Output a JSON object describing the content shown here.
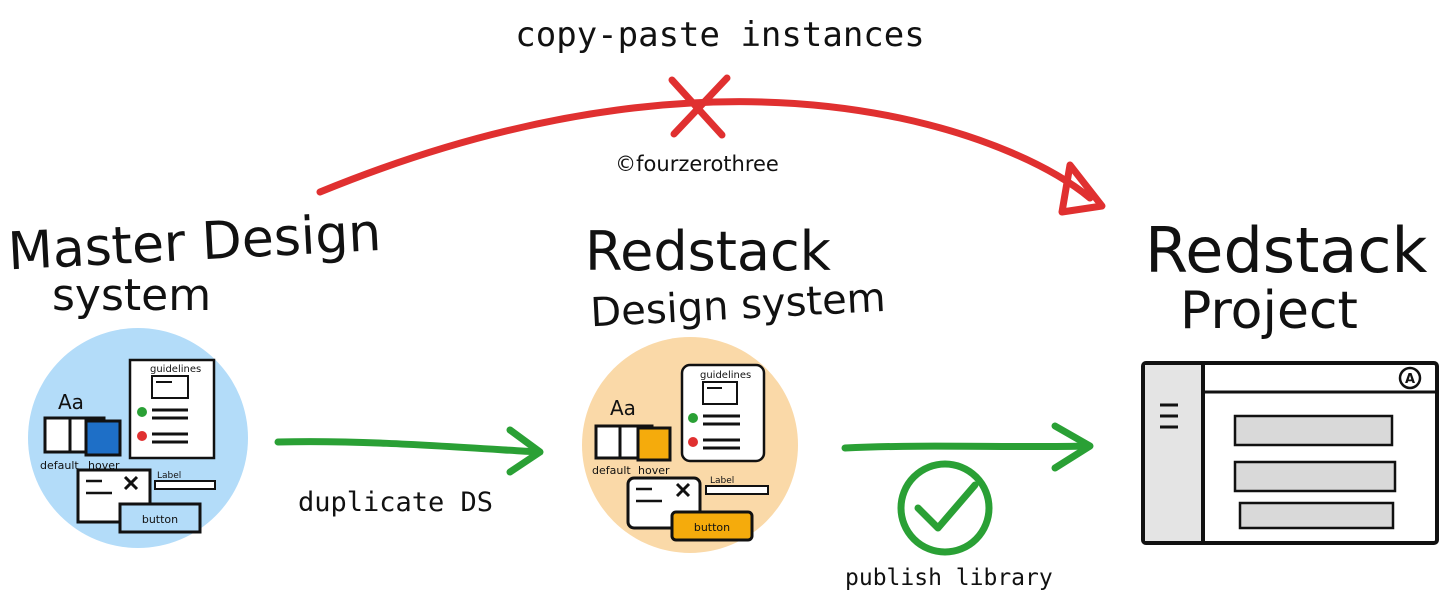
{
  "edges": {
    "copy_paste_label": "copy-paste instances",
    "duplicate_label": "duplicate DS",
    "publish_label": "publish library"
  },
  "credit": "©fourzerothree",
  "nodes": {
    "master": {
      "title_line1": "Master Design",
      "title_line2": "system",
      "color": "#b3dcf9",
      "swatch_color": "#1e6fc7",
      "font_sample": "Aa",
      "state_default": "default",
      "state_hover": "hover",
      "guidelines": "guidelines",
      "label": "Label",
      "button": "button"
    },
    "redstack_ds": {
      "title_line1": "Redstack",
      "title_line2": "Design system",
      "color": "#fad9a8",
      "swatch_color": "#f5ab0c",
      "font_sample": "Aa",
      "state_default": "default",
      "state_hover": "hover",
      "guidelines": "guidelines",
      "label": "Label",
      "button": "button"
    },
    "redstack_project": {
      "title_line1": "Redstack",
      "title_line2": "Project",
      "avatar": "A"
    }
  },
  "colors": {
    "reject": "#e03030",
    "accept": "#2aa035",
    "ink": "#111111",
    "panel_gray": "#e4e4e4",
    "row_fill": "#d9d9d9"
  }
}
